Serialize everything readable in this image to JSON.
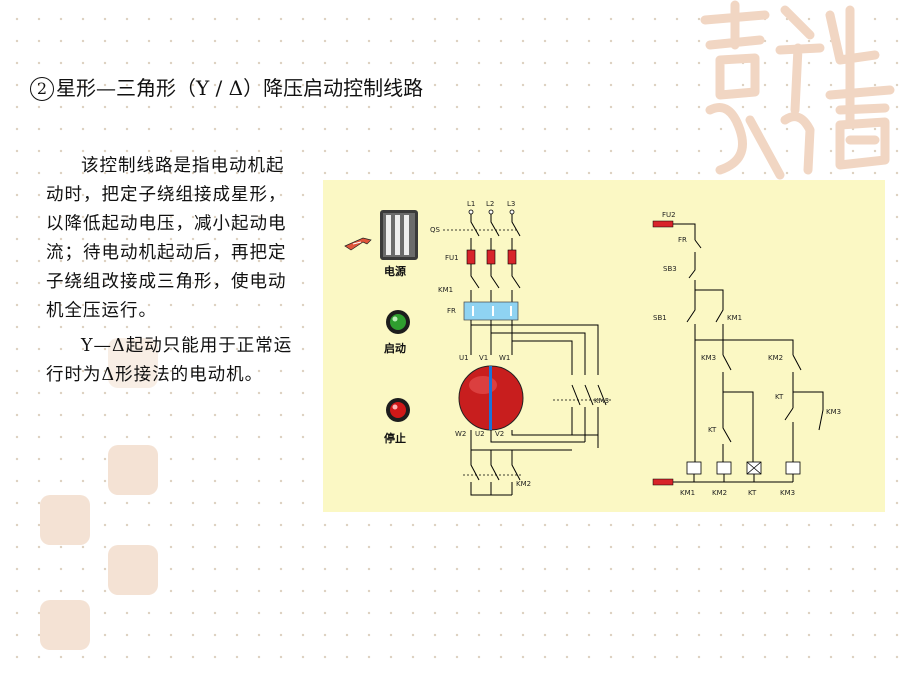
{
  "title": {
    "number": "2",
    "text": "星形—三角形（Y / Δ）降压启动控制线路"
  },
  "paragraphs": [
    "该控制线路是指电动机起动时，把定子绕组接成星形，以降低起动电压，减小起动电流；待电动机起动后，再把定子绕组改接成三角形，使电动机全压运行。",
    "Y—Δ起动只能用于正常运行时为Δ形接法的电动机。"
  ],
  "panel": {
    "buttons": {
      "power": "电源",
      "start": "启动",
      "stop": "停止"
    },
    "main_labels": {
      "l1": "L1",
      "l2": "L2",
      "l3": "L3",
      "qs": "QS",
      "fu1": "FU1",
      "km1": "KM1",
      "fr": "FR",
      "u1": "U1",
      "v1": "V1",
      "w1": "W1",
      "w2": "W2",
      "u2": "U2",
      "v2": "V2",
      "km3": "KM3",
      "km2": "KM2"
    },
    "ctrl_labels": {
      "fu2": "FU2",
      "fr": "FR",
      "sb3": "SB3",
      "sb1": "SB1",
      "km1": "KM1",
      "km3a": "KM3",
      "km2a": "KM2",
      "kt1": "KT",
      "km3b": "KM3",
      "kt2": "KT",
      "coil1": "KM1",
      "coil2": "KM2",
      "coil3": "KT",
      "coil4": "KM3"
    }
  },
  "colors": {
    "panel_bg": "#fbf8c4",
    "fuse": "#d8242a",
    "overload": "#8fd3f2",
    "motor": "#c81e1e",
    "start_lamp": "#2f9e2f",
    "stop_lamp": "#d01818"
  }
}
